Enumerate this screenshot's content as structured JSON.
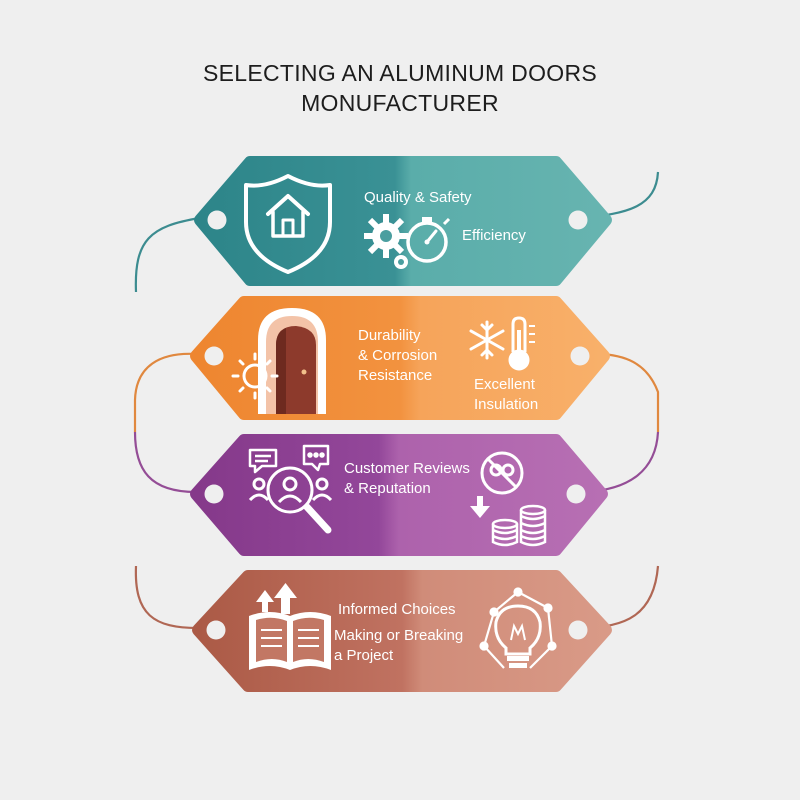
{
  "title": {
    "line1": "SELECTING AN ALUMINUM DOORS",
    "line2": "MONUFACTURER"
  },
  "tags": [
    {
      "color_left": "#2f8a8e",
      "color_right": "#5fb0ad",
      "labels": [
        "Quality & Safety",
        "Efficiency"
      ],
      "icons": [
        "shield-house-icon",
        "gears-stopwatch-icon"
      ]
    },
    {
      "color_left": "#ef8b36",
      "color_right": "#f7ad63",
      "labels": [
        "Durability",
        "& Corrosion",
        "Resistance",
        "Excellent",
        "Insulation"
      ],
      "icons": [
        "door-archway-icon",
        "sun-icon",
        "snowflake-icon",
        "thermometer-icon"
      ]
    },
    {
      "color_left": "#8a3f8b",
      "color_right": "#b266ad",
      "labels": [
        "Customer Reviews",
        "& Reputation"
      ],
      "icons": [
        "search-people-icon",
        "chat-bubbles-icon",
        "no-cost-icon",
        "coin-stacks-icon"
      ]
    },
    {
      "color_left": "#b2614c",
      "color_right": "#d69581",
      "labels": [
        "Informed Choices",
        "Making or Breaking",
        "a Project"
      ],
      "icons": [
        "open-book-arrows-icon",
        "lightbulb-network-icon"
      ]
    }
  ]
}
